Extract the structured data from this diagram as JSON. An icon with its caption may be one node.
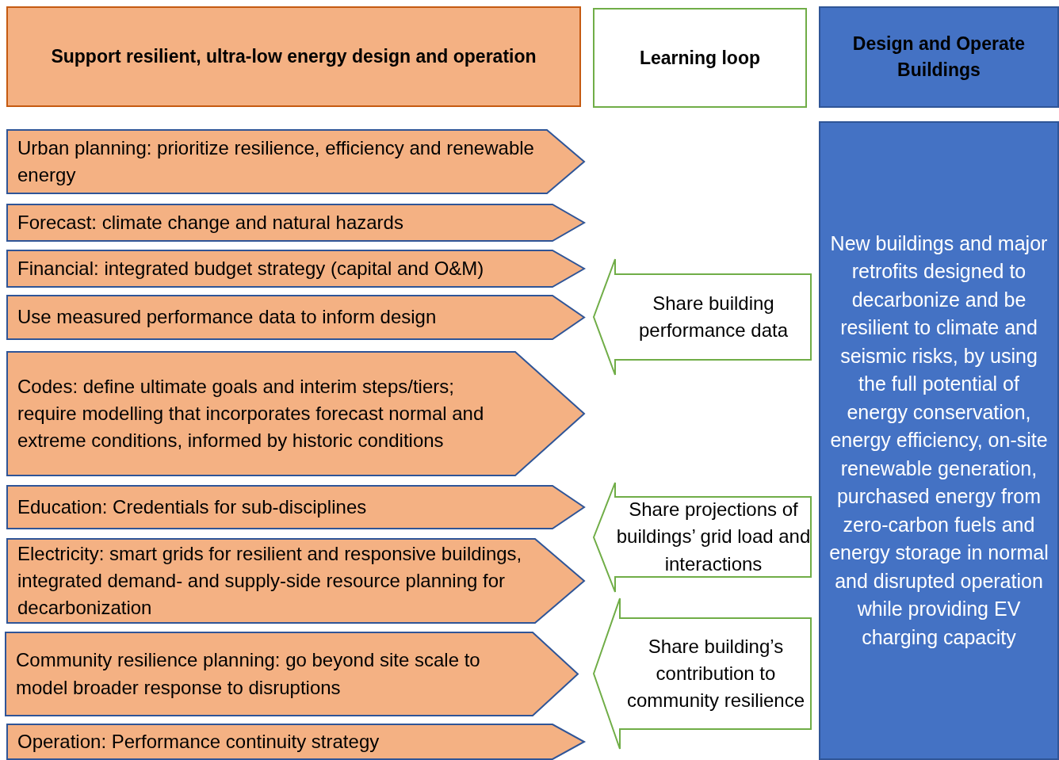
{
  "diagram": {
    "nodes": [
      {
        "text": [
          "Support resilient, ultra-low energy design and operation"
        ]
      },
      {
        "text": [
          "Learning loop"
        ]
      },
      {
        "text": [
          "Design and Operate Buildings"
        ]
      },
      {
        "text": [
          "Urban planning: prioritize resilience, efficiency and renewable energy"
        ]
      },
      {
        "text": [
          "Forecast: climate change and natural hazards"
        ]
      },
      {
        "text": [
          "Financial: integrated budget strategy (capital and O&M)"
        ]
      },
      {
        "text": [
          "Use measured performance data to inform design"
        ]
      },
      {
        "text": [
          "Codes: define ultimate goals and interim steps/tiers; require modelling that incorporates forecast normal and extreme conditions, informed by historic conditions"
        ]
      },
      {
        "text": [
          "Education: Credentials for sub-disciplines"
        ]
      },
      {
        "text": [
          "Electricity: smart grids for resilient and responsive buildings, integrated demand- and supply-side resource planning for decarbonization"
        ]
      },
      {
        "text": [
          "Community resilience planning: go beyond site scale to model broader response to disruptions"
        ]
      },
      {
        "text": [
          "Operation: Performance continuity strategy"
        ]
      },
      {
        "text": [
          "Share building performance data"
        ]
      },
      {
        "text": [
          "Share projections of buildings’ grid load and interactions"
        ]
      },
      {
        "text": [
          "Share building’s contribution to community resilience"
        ]
      },
      {
        "text": [
          "New buildings and major retrofits designed to decarbonize and be resilient to climate and seismic risks, by using the full potential of energy conservation, energy efficiency, on-site renewable generation, purchased energy from zero-carbon fuels and energy storage in normal and disrupted operation while providing EV charging capacity"
        ]
      }
    ]
  }
}
